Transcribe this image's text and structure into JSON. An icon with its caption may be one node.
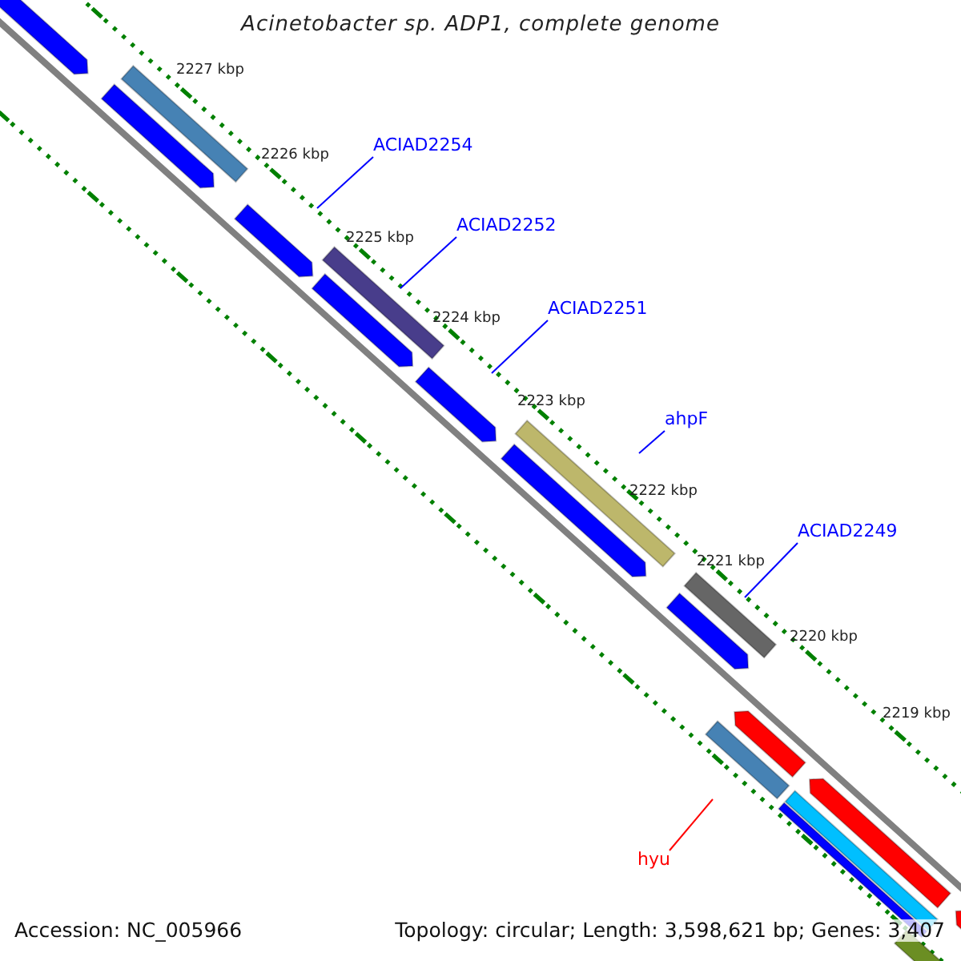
{
  "diagram": {
    "title": "Acinetobacter sp. ADP1, complete genome",
    "nodes": [
      {
        "text": [
          "ACIAD2254"
        ]
      },
      {
        "text": [
          "ACIAD2252"
        ]
      },
      {
        "text": [
          "ACIAD2251"
        ]
      },
      {
        "text": [
          "ahpF"
        ]
      },
      {
        "text": [
          "ACIAD2249"
        ]
      },
      {
        "text": [
          "hyu"
        ]
      }
    ],
    "edges": [
      {
        "from": 0,
        "to": null,
        "arrow": "none"
      },
      {
        "from": 1,
        "to": null,
        "arrow": "none"
      },
      {
        "from": 2,
        "to": null,
        "arrow": "none"
      },
      {
        "from": 3,
        "to": null,
        "arrow": "none"
      },
      {
        "from": 4,
        "to": null,
        "arrow": "none"
      },
      {
        "from": 5,
        "to": null,
        "arrow": "none",
        "color": "#ff0000"
      }
    ],
    "labels": [
      "2227 kbp",
      "2226 kbp",
      "2225 kbp",
      "2224 kbp",
      "2223 kbp",
      "2222 kbp",
      "2221 kbp",
      "2220 kbp",
      "2219 kbp",
      "Accession: NC_005966",
      "Topology: circular; Length: 3,598,621 bp; Genes: 3,407"
    ]
  }
}
